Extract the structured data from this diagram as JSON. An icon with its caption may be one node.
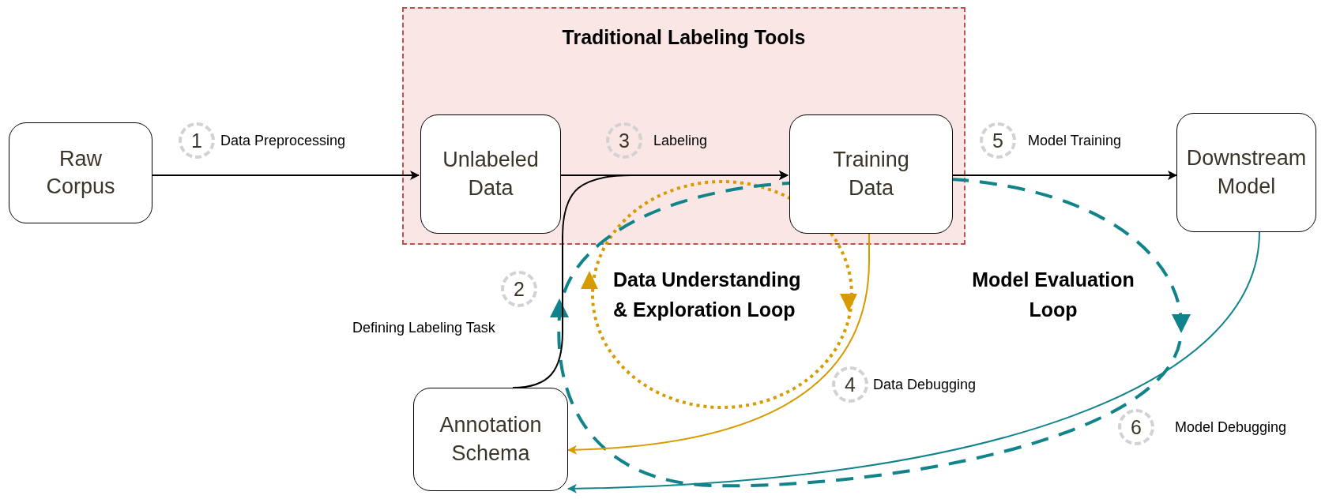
{
  "diagram": {
    "nodes": [
      {
        "text": [
          "Raw Corpus"
        ]
      },
      {
        "text": [
          "Traditional Labeling Tools"
        ]
      },
      {
        "text": [
          "Unlabeled Data"
        ],
        "in": 1
      },
      {
        "text": [
          "Training Data"
        ],
        "in": 1
      },
      {
        "text": [
          "Downstream Model"
        ]
      },
      {
        "text": [
          "Annotation Schema"
        ]
      }
    ],
    "edges": [
      {
        "from": 0,
        "to": 2,
        "arrow": "to",
        "label": "Data Preprocessing"
      },
      {
        "from": 2,
        "to": 3,
        "arrow": "to",
        "label": "Labeling"
      },
      {
        "from": 5,
        "to": 3,
        "arrow": "to",
        "label": "Defining Labeling Task"
      },
      {
        "from": 3,
        "to": 4,
        "arrow": "to",
        "label": "Model Training"
      },
      {
        "from": 3,
        "to": 5,
        "arrow": "to",
        "label": "Data Debugging",
        "color": "#d79b00"
      },
      {
        "from": 4,
        "to": 5,
        "arrow": "to",
        "label": "Model Debugging",
        "color": "#10848a"
      }
    ],
    "labels": [
      "1",
      "2",
      "3",
      "4",
      "5",
      "6",
      "Data Understanding & Exploration Loop",
      "Model Evaluation Loop"
    ]
  }
}
